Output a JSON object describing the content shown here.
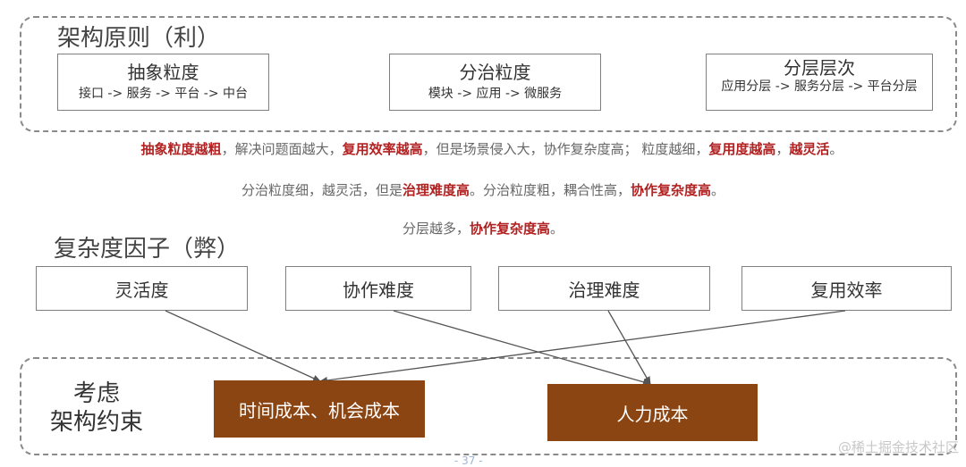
{
  "principles": {
    "title": "架构原则（利）",
    "boxes": [
      {
        "head": "抽象粒度",
        "sub": "接口 -> 服务 -> 平台 -> 中台"
      },
      {
        "head": "分治粒度",
        "sub": "模块 -> 应用 -> 微服务"
      },
      {
        "head": "分层层次",
        "sub": "应用分层 -> 服务分层 -> 平台分层"
      }
    ]
  },
  "notes": {
    "line1": [
      {
        "text": "抽象粒度越粗",
        "hl": true
      },
      {
        "text": "，解决问题面越大，",
        "hl": false
      },
      {
        "text": "复用效率越高",
        "hl": true
      },
      {
        "text": "，但是场景侵入大，协作复杂度高； 粒度越细，",
        "hl": false
      },
      {
        "text": "复用度越高",
        "hl": true
      },
      {
        "text": "，",
        "hl": false
      },
      {
        "text": "越灵活",
        "hl": true
      },
      {
        "text": "。",
        "hl": false
      }
    ],
    "line2": [
      {
        "text": "分治粒度细，越灵活，但是",
        "hl": false
      },
      {
        "text": "治理难度高",
        "hl": true
      },
      {
        "text": "。分治粒度粗，耦合性高，",
        "hl": false
      },
      {
        "text": "协作复杂度高",
        "hl": true
      },
      {
        "text": "。",
        "hl": false
      }
    ],
    "line3": [
      {
        "text": "分层越多，",
        "hl": false
      },
      {
        "text": "协作复杂度高",
        "hl": true
      },
      {
        "text": "。",
        "hl": false
      }
    ]
  },
  "factors": {
    "title": "复杂度因子（弊）",
    "items": [
      "灵活度",
      "协作难度",
      "治理难度",
      "复用效率"
    ]
  },
  "constraints": {
    "label_line1": "考虑",
    "label_line2": "架构约束",
    "costs": [
      "时间成本、机会成本",
      "人力成本"
    ]
  },
  "colors": {
    "highlight": "#b22222",
    "cost_box": "#8b4513"
  },
  "watermark": "@稀土掘金技术社区",
  "page_mark": "- 37 -"
}
